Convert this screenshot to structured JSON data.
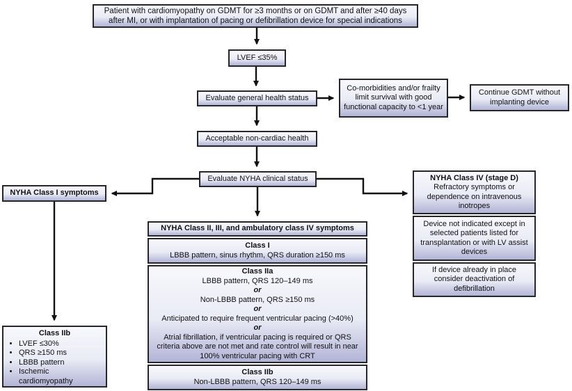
{
  "colors": {
    "box_gradient_top": "#f8f8fc",
    "box_gradient_bottom": "#b2b4d6",
    "box_border": "#26262b",
    "arrow": "#111111"
  },
  "boxes": {
    "patient": "Patient with cardiomyopathy on GDMT for ≥3 months or on GDMT and after ≥40 days after MI, or with implantation of pacing or defibrillation device for special indications",
    "lvef": "LVEF ≤35%",
    "eval_health": "Evaluate general health status",
    "comorbidities": "Co-morbidities and/or frailty limit survival with good functional capacity to <1 year",
    "continue_gdmt": "Continue GDMT without implanting device",
    "acceptable": "Acceptable non-cardiac health",
    "eval_nyha": "Evaluate NYHA clinical status",
    "nyha_class1": "NYHA Class I symptoms",
    "left_class2b": {
      "title": "Class IIb",
      "bullets": [
        "LVEF ≤30%",
        "QRS ≥150 ms",
        "LBBB pattern",
        "Ischemic cardiomyopathy"
      ]
    },
    "middle": {
      "header": "NYHA Class II, III, and ambulatory class IV symptoms",
      "class1": {
        "title": "Class I",
        "body": "LBBB pattern, sinus rhythm, QRS duration ≥150 ms"
      },
      "class2a": {
        "title": "Class IIa",
        "or": "or",
        "items": [
          "LBBB pattern, QRS 120–149 ms",
          "Non-LBBB pattern, QRS ≥150 ms",
          "Anticipated to require frequent ventricular pacing (>40%)",
          "Atrial fibrillation, if ventricular pacing is required or QRS criteria above are not met and rate control will result in near 100% ventricular pacing with CRT"
        ]
      },
      "class2b": {
        "title": "Class IIb",
        "body": "Non-LBBB pattern, QRS 120–149 ms"
      }
    },
    "right": {
      "nyha4": {
        "title": "NYHA Class IV (stage D)",
        "body": "Refractory symptoms or dependence on intravenous inotropes"
      },
      "device_not_indicated": "Device not indicated except in selected patients listed for transplantation or with LV assist devices",
      "deactivation": "If device already in place consider deactivation of defibrillation"
    }
  }
}
